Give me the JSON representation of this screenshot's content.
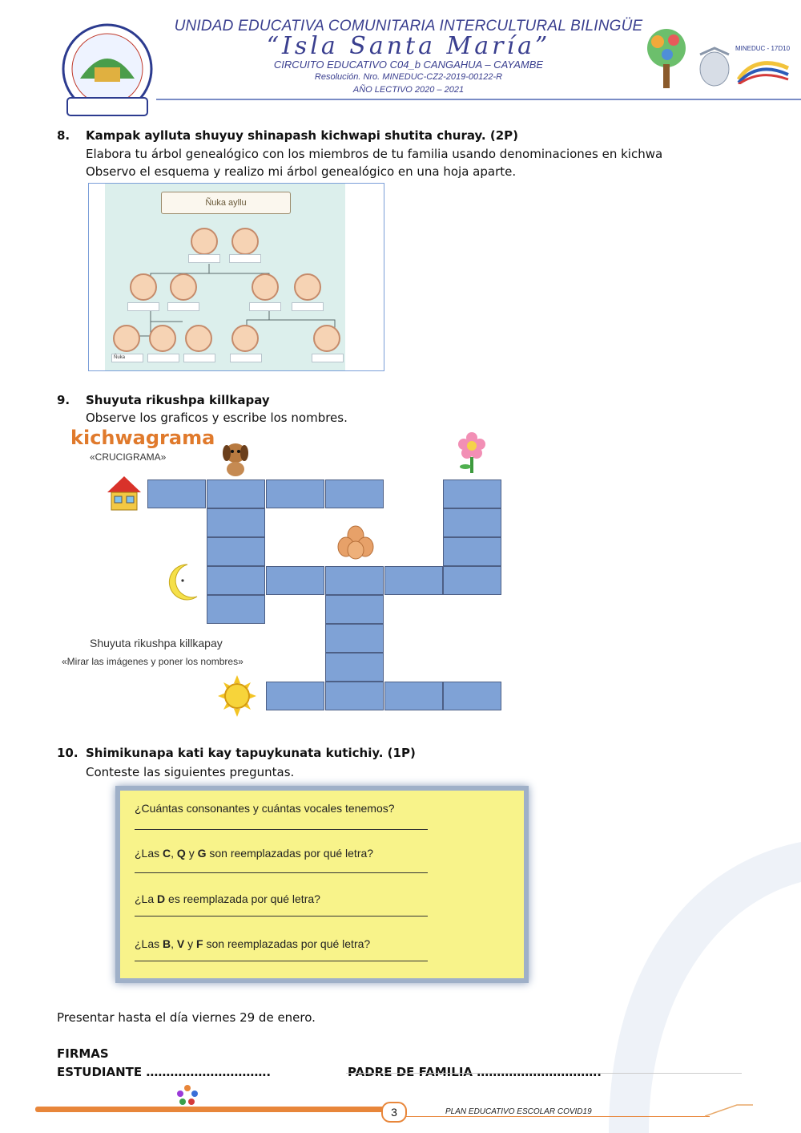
{
  "header": {
    "school_name": "UNIDAD EDUCATIVA COMUNITARIA INTERCULTURAL BILINGÜE",
    "school_motto": "“Isla Santa María”",
    "circuit": "CIRCUITO EDUCATIVO C04_b CANGAHUA – CAYAMBE",
    "resolution": "Resolución.  Nro. MINEDUC-CZ2-2019-00122-R",
    "school_year": "AÑO LECTIVO 2020 – 2021",
    "right_logo_text": "MINEDUC - 17D10",
    "colors": {
      "title": "#3a3f8f",
      "rule": "#7a8cc6"
    }
  },
  "section8": {
    "number": "8.",
    "title": "Kampak aylluta shuyuy shinapash kichwapi shutita churay. (2P)",
    "line1": "Elabora tu árbol genealógico con los miembros de tu familia usando denominaciones en kichwa",
    "line2": "Observo el esquema y realizo mi árbol genealógico en una hoja aparte.",
    "tree_banner": "Ñuka ayllu",
    "tree_label": "Ñuka"
  },
  "section9": {
    "number": "9.",
    "title": "Shuyuta rikushpa killkapay",
    "instruction": "Observe los graficos y escribe los nombres.",
    "puzzle_title": "kichwagrama",
    "puzzle_subtitle": "«CRUCIGRAMA»",
    "caption1": "Shuyuta rikushpa killkapay",
    "caption2": "«Mirar las imágenes y poner los nombres»",
    "clue_icons": [
      "house-icon",
      "dog-icon",
      "flower-icon",
      "eggs-icon",
      "moon-icon",
      "sun-icon"
    ]
  },
  "section10": {
    "number": "10.",
    "title": "Shimikunapa kati kay tapuykunata kutichiy. (1P)",
    "instruction": "Conteste las siguientes preguntas.",
    "questions": [
      {
        "pre": "¿Cuántas consonantes y cuántas vocales tenemos?"
      },
      {
        "pre": "¿Las ",
        "b1": "C",
        "m1": ", ",
        "b2": "Q",
        "m2": " y ",
        "b3": "G",
        "post": " son reemplazadas por qué letra?"
      },
      {
        "pre": "¿La ",
        "b1": "D",
        "post": " es reemplazada por qué letra?"
      },
      {
        "pre": "¿Las ",
        "b1": "B",
        "m1": ", ",
        "b2": "V",
        "m2": " y ",
        "b3": "F",
        "post": " son reemplazadas por qué letra?"
      }
    ]
  },
  "footer": {
    "deadline": "Presentar hasta el día viernes 29 de enero.",
    "signatures_title": "FIRMAS",
    "student_label": "ESTUDIANTE ………………………….",
    "parent_label": "PADRE DE FAMILIA ………………………….",
    "page_number": "3",
    "plan_text": "PLAN EDUCATIVO ESCOLAR COVID19",
    "colors": {
      "orange": "#e8863a"
    }
  }
}
